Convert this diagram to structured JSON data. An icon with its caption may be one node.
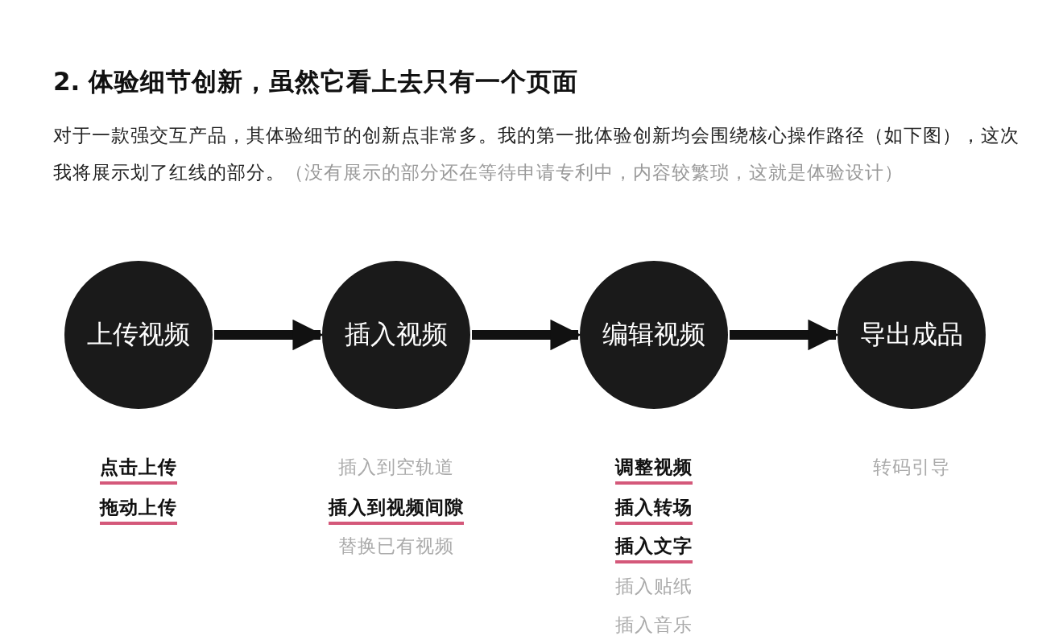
{
  "diagram": {
    "title": "2. 体验细节创新，虽然它看上去只有一个页面",
    "nodes": [
      {
        "text": [
          "上传视频"
        ],
        "beside": [
          "**点击上传**",
          "**拖动上传**"
        ]
      },
      {
        "text": [
          "插入视频"
        ],
        "beside": [
          "插入到空轨道",
          "**插入到视频间隙**",
          "替换已有视频"
        ]
      },
      {
        "text": [
          "编辑视频"
        ],
        "beside": [
          "**调整视频**",
          "**插入转场**",
          "**插入文字**",
          "插入贴纸",
          "插入音乐"
        ]
      },
      {
        "text": [
          "导出成品"
        ],
        "beside": [
          "转码引导"
        ]
      }
    ],
    "edges": [
      {
        "from": 0,
        "to": 1,
        "arrow": "to"
      },
      {
        "from": 1,
        "to": 2,
        "arrow": "to"
      },
      {
        "from": 2,
        "to": 3,
        "arrow": "to"
      }
    ],
    "labels": [
      "对于一款强交互产品，其体验细节的创新点非常多。我的第一批体验创新均会围绕核心操作路径（如下图），这次我将展示划了红线的部分。",
      "（没有展示的部分还在等待申请专利中，内容较繁琐，这就是体验设计）"
    ]
  }
}
